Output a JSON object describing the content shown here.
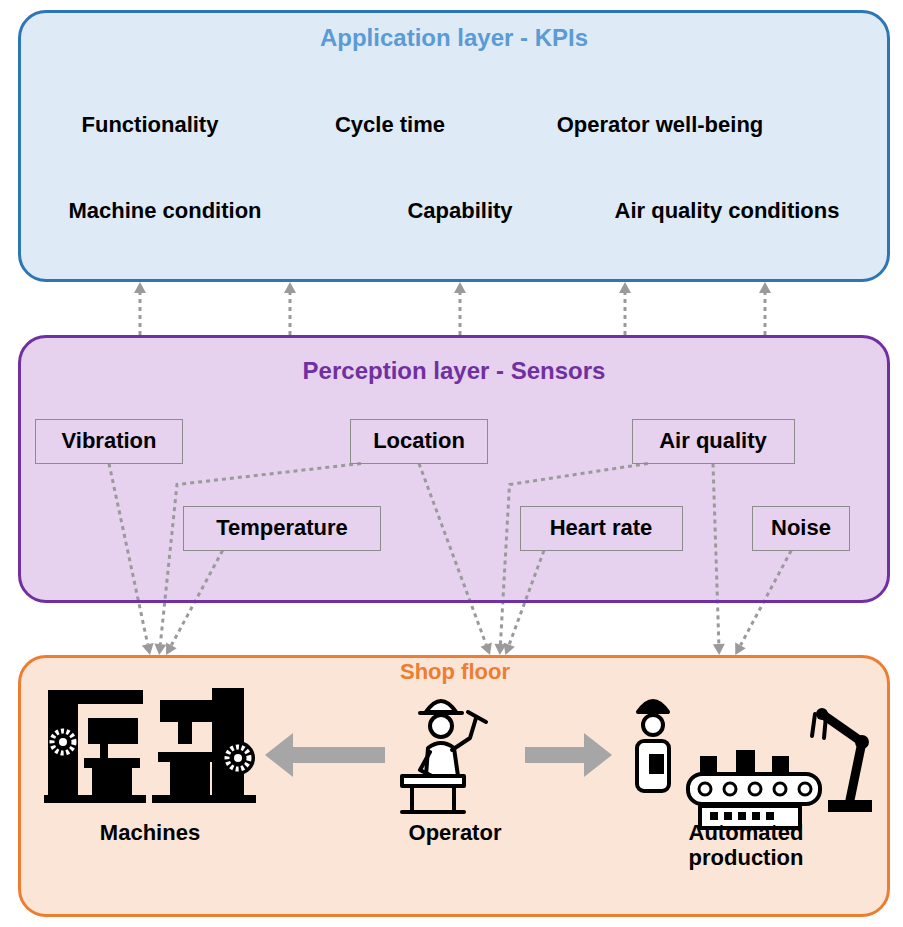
{
  "diagram": {
    "nodes": [
      {
        "text": [
          "Application layer - KPIs",
          "Functionality",
          "Cycle time",
          "Operator well-being",
          "Machine condition",
          "Capability",
          "Air quality conditions"
        ]
      },
      {
        "text": [
          "Perception layer - Sensors"
        ]
      },
      {
        "text": [
          "Vibration"
        ],
        "in": 1
      },
      {
        "text": [
          "Location"
        ],
        "in": 1
      },
      {
        "text": [
          "Air quality"
        ],
        "in": 1
      },
      {
        "text": [
          "Temperature"
        ],
        "in": 1
      },
      {
        "text": [
          "Heart rate"
        ],
        "in": 1
      },
      {
        "text": [
          "Noise"
        ],
        "in": 1
      },
      {
        "text": [
          "Shop floor"
        ]
      },
      {
        "text": [
          "Machines"
        ],
        "in": 8
      },
      {
        "text": [
          "Operator"
        ],
        "in": 8
      },
      {
        "text": [
          "Automated production"
        ],
        "in": 8
      }
    ],
    "edges": [
      {
        "from": 1,
        "to": 0,
        "arrow": "to"
      },
      {
        "from": 1,
        "to": 0,
        "arrow": "to"
      },
      {
        "from": 1,
        "to": 0,
        "arrow": "to"
      },
      {
        "from": 1,
        "to": 0,
        "arrow": "to"
      },
      {
        "from": 1,
        "to": 0,
        "arrow": "to"
      },
      {
        "from": 2,
        "to": 9,
        "arrow": "to"
      },
      {
        "from": 5,
        "to": 9,
        "arrow": "to"
      },
      {
        "from": 3,
        "to": 9,
        "arrow": "to"
      },
      {
        "from": 3,
        "to": 10,
        "arrow": "to"
      },
      {
        "from": 6,
        "to": 10,
        "arrow": "to"
      },
      {
        "from": 4,
        "to": 10,
        "arrow": "to"
      },
      {
        "from": 4,
        "to": 11,
        "arrow": "to"
      },
      {
        "from": 7,
        "to": 11,
        "arrow": "to"
      },
      {
        "from": 10,
        "to": 9,
        "arrow": "to"
      },
      {
        "from": 10,
        "to": 11,
        "arrow": "to"
      }
    ]
  }
}
